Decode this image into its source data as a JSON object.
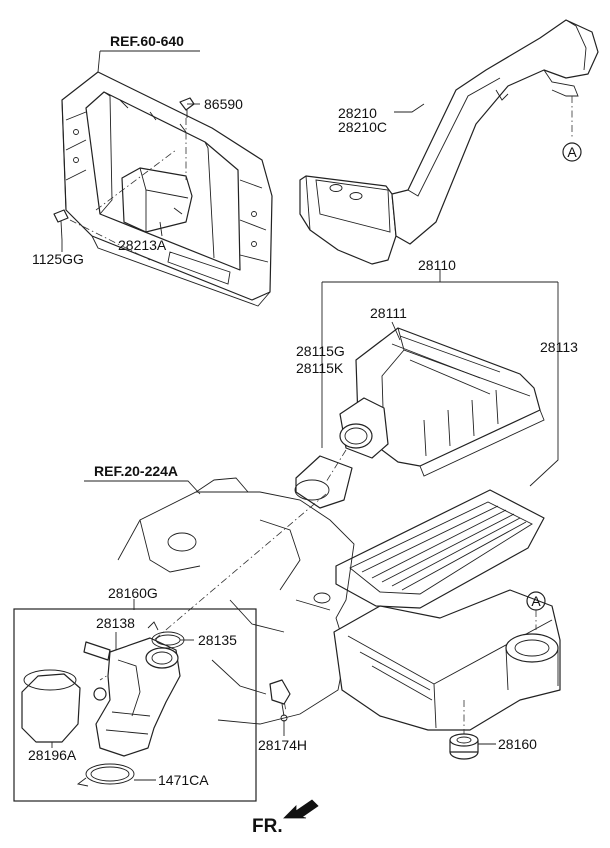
{
  "refs": {
    "radiator_support": "REF.60-640",
    "intake_manifold": "REF.20-224A"
  },
  "callouts": {
    "p86590": "86590",
    "p1125gg": "1125GG",
    "p28213a": "28213A",
    "p28210": "28210",
    "p28210c": "28210C",
    "p28110": "28110",
    "p28111": "28111",
    "p28115g": "28115G",
    "p28115k": "28115K",
    "p28113": "28113",
    "p28160g": "28160G",
    "p28138": "28138",
    "p28135": "28135",
    "p28196a": "28196A",
    "p1471ca": "1471CA",
    "p28174h": "28174H",
    "p28160": "28160"
  },
  "connection_marks": {
    "top": "A",
    "bottom": "A"
  },
  "direction": "FR.",
  "icons": [
    "front-direction-arrow-icon",
    "connection-circle-icon"
  ]
}
